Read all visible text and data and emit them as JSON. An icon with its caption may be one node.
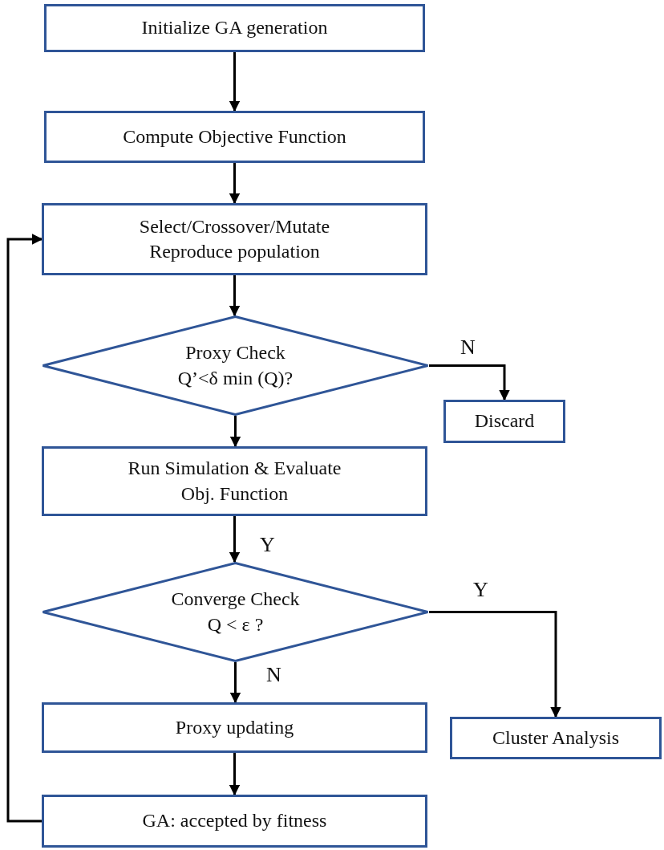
{
  "diagram": {
    "nodes": [
      {
        "text": [
          "Initialize  GA generation"
        ]
      },
      {
        "text": [
          "Compute Objective Function"
        ]
      },
      {
        "text": [
          "Select/Crossover/Mutate Reproduce population"
        ]
      },
      {
        "text": [
          "Proxy Check Q’<δ min (Q)?"
        ]
      },
      {
        "text": [
          "Discard"
        ]
      },
      {
        "text": [
          "Run Simulation & Evaluate Obj. Function"
        ]
      },
      {
        "text": [
          "Converge Check Q < ε ?"
        ]
      },
      {
        "text": [
          "Proxy updating"
        ]
      },
      {
        "text": [
          "Cluster Analysis"
        ]
      },
      {
        "text": [
          "GA: accepted by fitness"
        ]
      }
    ],
    "edges": [
      {
        "from": 0,
        "to": 1,
        "arrow": "to"
      },
      {
        "from": 1,
        "to": 2,
        "arrow": "to"
      },
      {
        "from": 2,
        "to": 3,
        "arrow": "to"
      },
      {
        "from": 3,
        "to": 4,
        "arrow": "to",
        "label": "N"
      },
      {
        "from": 3,
        "to": 5,
        "arrow": "to"
      },
      {
        "from": 5,
        "to": 6,
        "arrow": "to",
        "label": "Y"
      },
      {
        "from": 6,
        "to": 8,
        "arrow": "to",
        "label": "Y"
      },
      {
        "from": 6,
        "to": 7,
        "arrow": "to",
        "label": "N"
      },
      {
        "from": 7,
        "to": 9,
        "arrow": "to"
      },
      {
        "from": 9,
        "to": 2,
        "arrow": "to"
      }
    ]
  }
}
